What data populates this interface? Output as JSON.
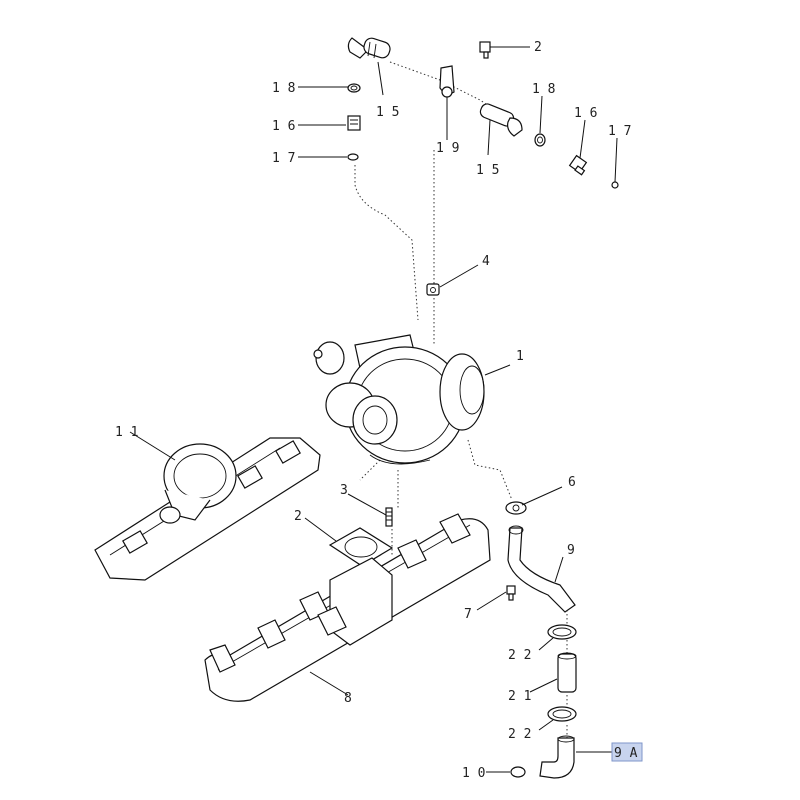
{
  "diagram": {
    "callouts": [
      {
        "id": "c1",
        "text": "1"
      },
      {
        "id": "c2a",
        "text": "2"
      },
      {
        "id": "c2b",
        "text": "2"
      },
      {
        "id": "c3",
        "text": "3"
      },
      {
        "id": "c4",
        "text": "4"
      },
      {
        "id": "c6",
        "text": "6"
      },
      {
        "id": "c7",
        "text": "7"
      },
      {
        "id": "c8",
        "text": "8"
      },
      {
        "id": "c9",
        "text": "9"
      },
      {
        "id": "c9a",
        "text": "9 A"
      },
      {
        "id": "c10",
        "text": "1 0"
      },
      {
        "id": "c11",
        "text": "1 1"
      },
      {
        "id": "c15a",
        "text": "1 5"
      },
      {
        "id": "c15b",
        "text": "1 5"
      },
      {
        "id": "c16a",
        "text": "1 6"
      },
      {
        "id": "c16b",
        "text": "1 6"
      },
      {
        "id": "c17a",
        "text": "1 7"
      },
      {
        "id": "c17b",
        "text": "1 7"
      },
      {
        "id": "c18a",
        "text": "1 8"
      },
      {
        "id": "c18b",
        "text": "1 8"
      },
      {
        "id": "c19",
        "text": "1 9"
      },
      {
        "id": "c21",
        "text": "2 1"
      },
      {
        "id": "c22a",
        "text": "2 2"
      },
      {
        "id": "c22b",
        "text": "2 2"
      }
    ],
    "highlight_color": "#c8d4ee",
    "highlighted_callout": "9 A"
  }
}
